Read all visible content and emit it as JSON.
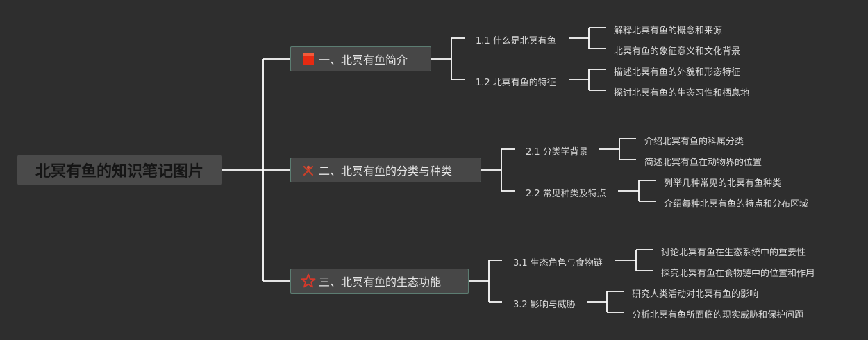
{
  "root": {
    "label": "北冥有鱼的知识笔记图片"
  },
  "branches": [
    {
      "label": "一、北冥有鱼简介",
      "icon": "red-square-icon",
      "children": [
        {
          "label": "1.1 什么是北冥有鱼",
          "items": [
            "解释北冥有鱼的概念和来源",
            "北冥有鱼的象征意义和文化背景"
          ]
        },
        {
          "label": "1.2 北冥有鱼的特征",
          "items": [
            "描述北冥有鱼的外貌和形态特征",
            "探讨北冥有鱼的生态习性和栖息地"
          ]
        }
      ]
    },
    {
      "label": "二、北冥有鱼的分类与种类",
      "icon": "crossed-tools-icon",
      "children": [
        {
          "label": "2.1 分类学背景",
          "items": [
            "介绍北冥有鱼的科属分类",
            "简述北冥有鱼在动物界的位置"
          ]
        },
        {
          "label": "2.2 常见种类及特点",
          "items": [
            "列举几种常见的北冥有鱼种类",
            "介绍每种北冥有鱼的特点和分布区域"
          ]
        }
      ]
    },
    {
      "label": "三、北冥有鱼的生态功能",
      "icon": "star-outline-icon",
      "children": [
        {
          "label": "3.1 生态角色与食物链",
          "items": [
            "讨论北冥有鱼在生态系统中的重要性",
            "探究北冥有鱼在食物链中的位置和作用"
          ]
        },
        {
          "label": "3.2 影响与威胁",
          "items": [
            "研究人类活动对北冥有鱼的影响",
            "分析北冥有鱼所面临的现实威胁和保护问题"
          ]
        }
      ]
    }
  ],
  "colors": {
    "background": "#2e2e2e",
    "line": "#ffffff",
    "icon": "#e03a1e",
    "node_border": "#5c7d72"
  }
}
